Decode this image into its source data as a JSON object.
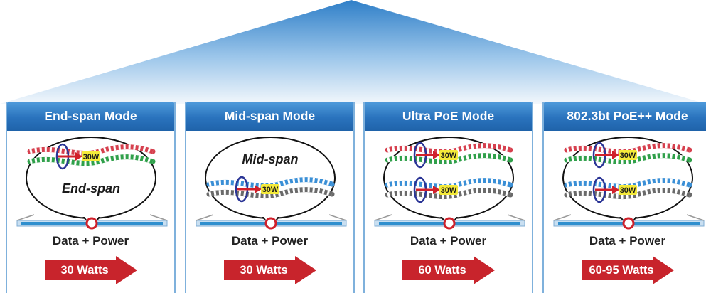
{
  "colors": {
    "header": "#2a73bd",
    "arrow": "#c8242c",
    "roof_top": "#2f7fc8",
    "roof_bottom": "#f2f7fc",
    "outline": "#7fb1dc"
  },
  "panels": [
    {
      "title": "End-span Mode",
      "bubble_label": "End-span",
      "pairs": [
        "30W"
      ],
      "power_label": "Data + Power",
      "watts": "30 Watts"
    },
    {
      "title": "Mid-span Mode",
      "bubble_label": "Mid-span",
      "pairs": [
        "30W"
      ],
      "power_label": "Data + Power",
      "watts": "30 Watts"
    },
    {
      "title": "Ultra PoE Mode",
      "bubble_label": "",
      "pairs": [
        "30W",
        "30W"
      ],
      "power_label": "Data + Power",
      "watts": "60 Watts"
    },
    {
      "title": "802.3bt PoE++ Mode",
      "bubble_label": "",
      "pairs": [
        "30W",
        "30W"
      ],
      "power_label": "Data + Power",
      "watts": "60-95 Watts"
    }
  ]
}
